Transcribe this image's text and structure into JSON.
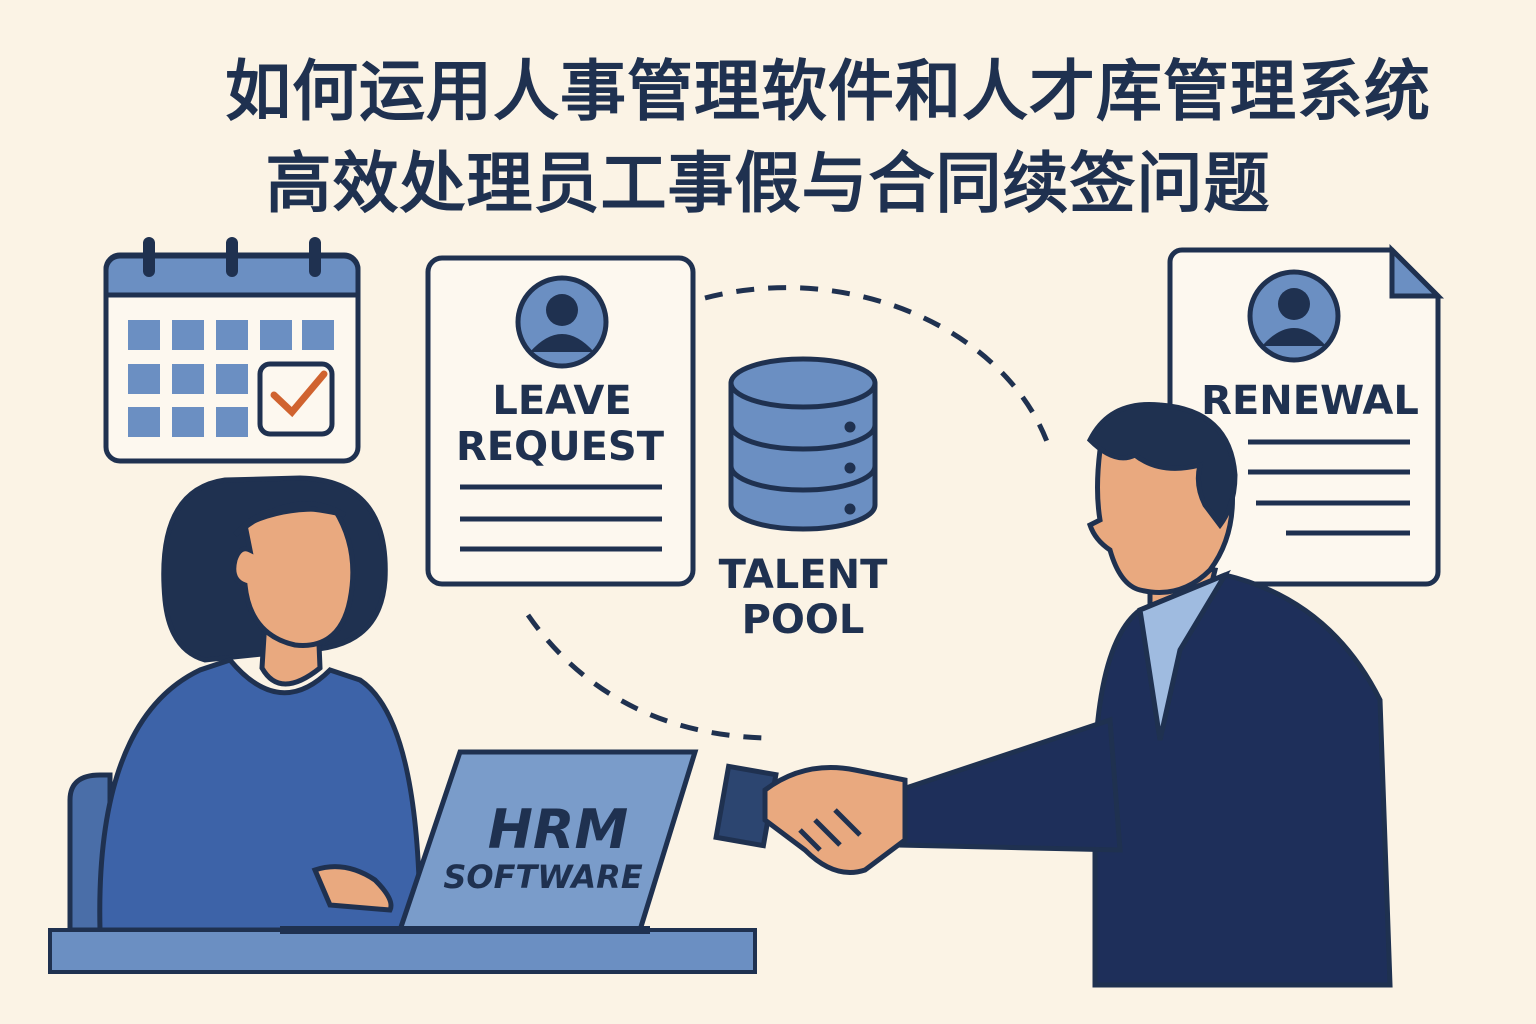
{
  "title": {
    "line1": "如何运用人事管理软件和人才库管理系统",
    "line2": "高效处理员工事假与合同续签问题"
  },
  "leave_card": {
    "line1": "LEAVE",
    "line2": "REQUEST"
  },
  "talent_pool": {
    "line1": "TALENT",
    "line2": "POOL"
  },
  "renewal_card": {
    "label": "RENEWAL"
  },
  "laptop": {
    "line1": "HRM",
    "line2": "SOFTWARE"
  },
  "colors": {
    "background": "#fbf3e5",
    "navy": "#1f3150",
    "blue": "#6b8fc2",
    "skin": "#e9a97f",
    "check": "#d0632f"
  }
}
